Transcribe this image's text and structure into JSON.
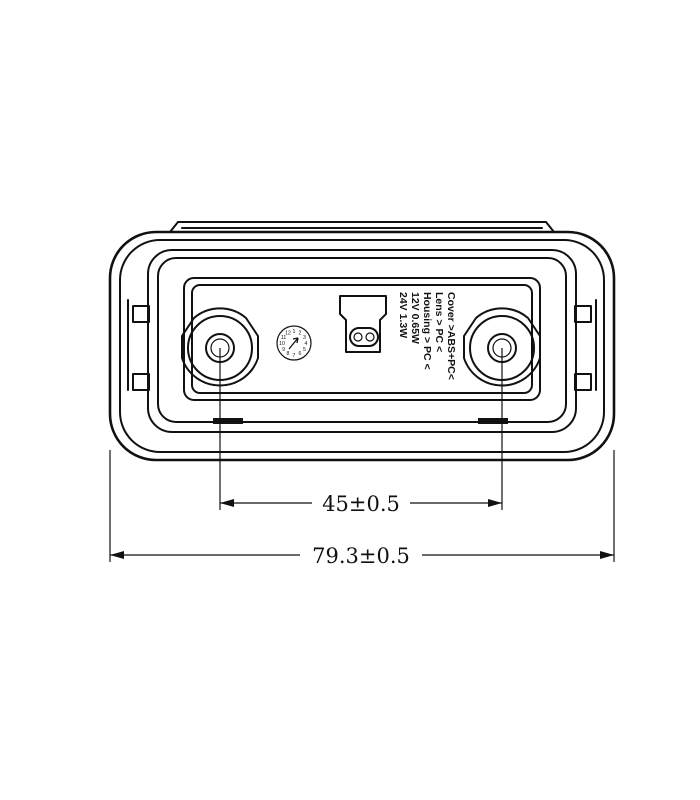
{
  "dimensions": {
    "inner": "45±0.5",
    "outer": "79.3±0.5"
  },
  "spec_label": {
    "lines": [
      "Cover >ABS+PC<",
      "Lens      > PC <",
      "Housing  > PC <",
      "12V  0.65W",
      "24V  1.3W"
    ]
  },
  "date_dial": {
    "numbers": [
      "1",
      "2",
      "3",
      "4",
      "5",
      "6",
      "7",
      "8",
      "9",
      "10",
      "11",
      "12"
    ]
  },
  "colors": {
    "line": "#111111",
    "background": "#ffffff"
  },
  "icons": {
    "arrow": "arrow-icon",
    "connector": "connector-icon"
  }
}
